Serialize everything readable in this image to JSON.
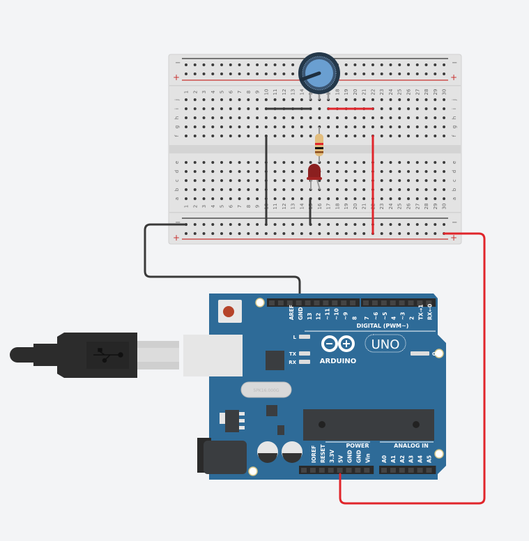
{
  "breadboard": {
    "columns": 30,
    "top_rows": [
      "j",
      "i",
      "h",
      "g",
      "f"
    ],
    "bottom_rows": [
      "e",
      "d",
      "c",
      "b",
      "a"
    ],
    "rail_minus": "−",
    "rail_plus": "+"
  },
  "arduino": {
    "brand": "ARDUINO",
    "model": "UNO",
    "digital_label": "DIGITAL (PWM~)",
    "digital_pins_a": [
      "AREF",
      "GND",
      "13",
      "12",
      "~11",
      "~10",
      "~9",
      "8"
    ],
    "digital_pins_b": [
      "7",
      "~6",
      "~5",
      "4",
      "~3",
      "2",
      "TX→1",
      "RX←0"
    ],
    "power_label": "POWER",
    "power_pins": [
      "IOREF",
      "RESET",
      "3.3V",
      "5V",
      "GND",
      "GND",
      "Vin"
    ],
    "analog_label": "ANALOG IN",
    "analog_pins": [
      "A0",
      "A1",
      "A2",
      "A3",
      "A4",
      "A5"
    ],
    "led_l": "L",
    "led_tx": "TX",
    "led_rx": "RX",
    "led_on": "ON",
    "crystal_text": "5PK16.000G"
  },
  "colors": {
    "board": "#2e6b98",
    "wire_black": "#3a3a3a",
    "wire_red": "#e0252b",
    "background": "#f3f4f6"
  }
}
